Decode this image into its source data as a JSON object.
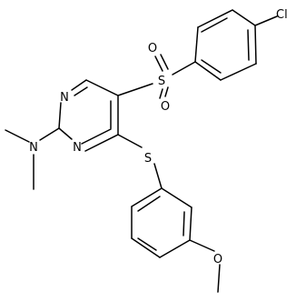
{
  "structure": {
    "atom_labels": {
      "cl": "Cl",
      "s_sulfonyl": "S",
      "o_sulfonyl_top": "O",
      "o_sulfonyl_bottom": "O",
      "n_ring_top": "N",
      "n_ring_bottom": "N",
      "n_amine": "N",
      "s_thioether": "S",
      "o_methoxy": "O"
    }
  }
}
